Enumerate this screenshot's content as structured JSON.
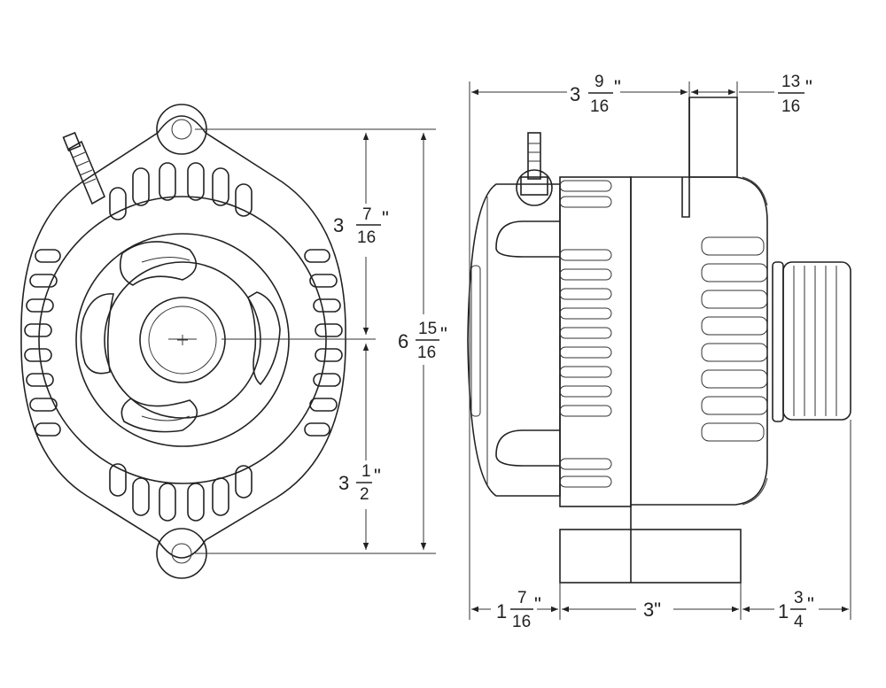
{
  "dimensions": {
    "front_upper": {
      "whole": "3",
      "num": "7",
      "den": "16",
      "unit": "\""
    },
    "front_lower": {
      "whole": "3",
      "num": "1",
      "den": "2",
      "unit": "\""
    },
    "front_total": {
      "whole": "6",
      "num": "15",
      "den": "16",
      "unit": "\""
    },
    "side_top_width": {
      "whole": "3",
      "num": "9",
      "den": "16",
      "unit": "\""
    },
    "side_top_right": {
      "num": "13",
      "den": "16",
      "unit": "\""
    },
    "side_bottom_left": {
      "whole": "1",
      "num": "7",
      "den": "16",
      "unit": "\""
    },
    "side_bottom_mid": {
      "text": "3\""
    },
    "side_bottom_right": {
      "whole": "1",
      "num": "3",
      "den": "4",
      "unit": "\""
    }
  },
  "colors": {
    "line": "#222222",
    "background": "#ffffff"
  }
}
